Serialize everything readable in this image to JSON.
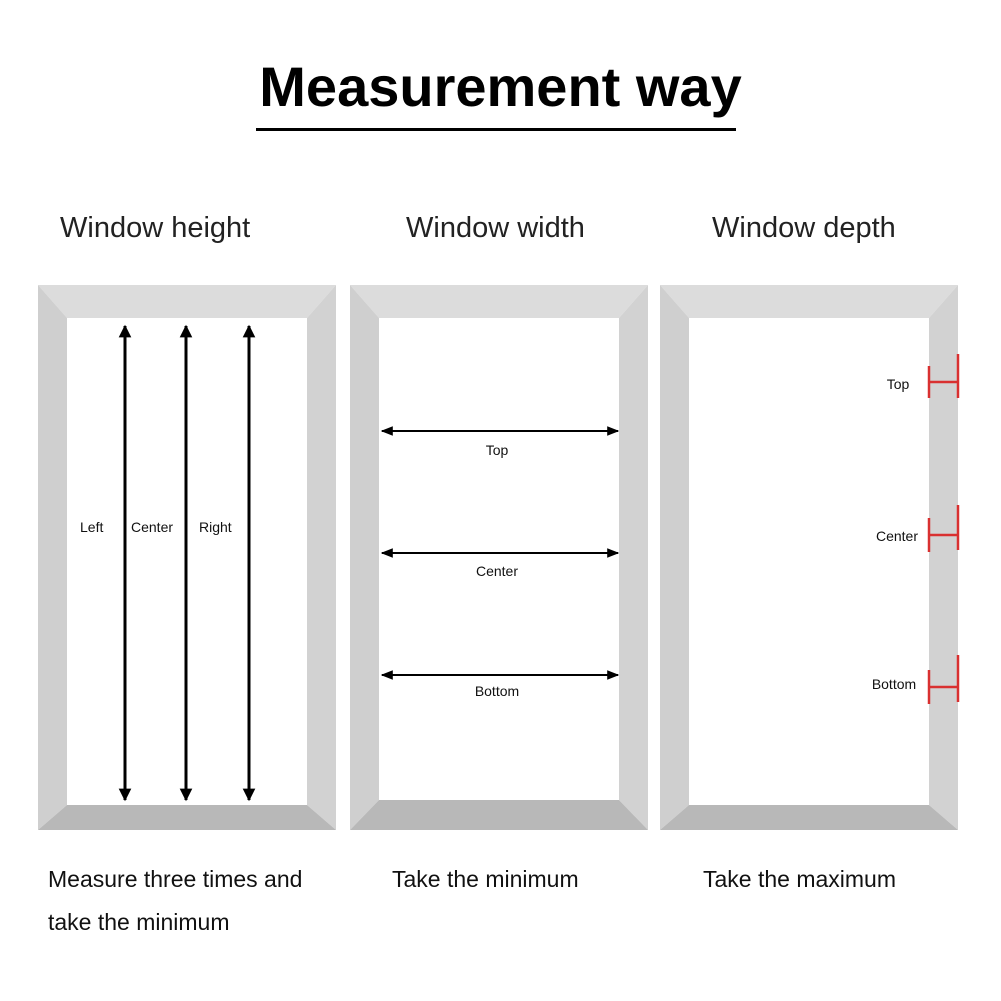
{
  "title": "Measurement way",
  "columns": [
    {
      "heading": "Window height",
      "labels": [
        "Left",
        "Center",
        "Right"
      ],
      "caption_line1": "Measure three times and",
      "caption_line2": "take the minimum"
    },
    {
      "heading": "Window width",
      "labels": [
        "Top",
        "Center",
        "Bottom"
      ],
      "caption_line1": "Take the minimum"
    },
    {
      "heading": "Window depth",
      "labels": [
        "Top",
        "Center",
        "Bottom"
      ],
      "caption_line1": "Take the maximum"
    }
  ],
  "colors": {
    "frame_light": "#d9d9d9",
    "frame_mid": "#c8c8c8",
    "frame_dark": "#b3b3b3",
    "arrow": "#000000",
    "depth_marker": "#d93030"
  }
}
